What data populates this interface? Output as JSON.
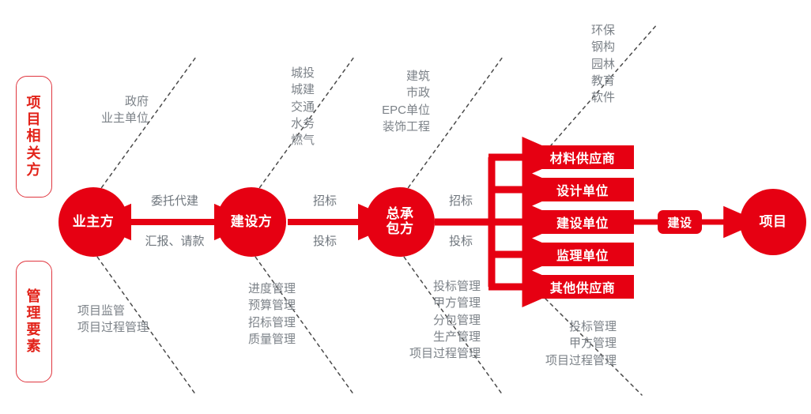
{
  "theme": {
    "red": "#e60012",
    "red_border": "#e0363f",
    "note_gray": "#7c8288",
    "background": "#ffffff"
  },
  "side_labels": {
    "stakeholders": "项目相关方",
    "management": "管理要素"
  },
  "nodes": {
    "owner": "业主方",
    "developer": "建设方",
    "general_contractor": "总承包方",
    "project": "项目"
  },
  "pill": {
    "construct": "建设"
  },
  "suppliers": [
    {
      "label": "材料供应商"
    },
    {
      "label": "设计单位"
    },
    {
      "label": "建设单位"
    },
    {
      "label": "监理单位"
    },
    {
      "label": "其他供应商"
    }
  ],
  "flows": {
    "owner_developer_top": "委托代建",
    "owner_developer_bottom": "汇报、请款",
    "developer_contractor_top": "招标",
    "developer_contractor_bottom": "投标",
    "contractor_suppliers_top": "招标",
    "contractor_suppliers_bottom": "投标"
  },
  "stakeholder_notes": {
    "owner": [
      "政府",
      "业主单位"
    ],
    "developer": [
      "城投",
      "城建",
      "交通",
      "水务",
      "燃气"
    ],
    "general_contractor": [
      "建筑",
      "市政",
      "EPC单位",
      "装饰工程"
    ],
    "suppliers": [
      "环保",
      "钢构",
      "园林",
      "教育",
      "软件"
    ]
  },
  "management_notes": {
    "owner": [
      "项目监管",
      "项目过程管理"
    ],
    "developer": [
      "进度管理",
      "预算管理",
      "招标管理",
      "质量管理"
    ],
    "general_contractor": [
      "投标管理",
      "甲方管理",
      "分包管理",
      "生产管理",
      "项目过程管理"
    ],
    "suppliers": [
      "投标管理",
      "甲方管理",
      "项目过程管理"
    ]
  }
}
